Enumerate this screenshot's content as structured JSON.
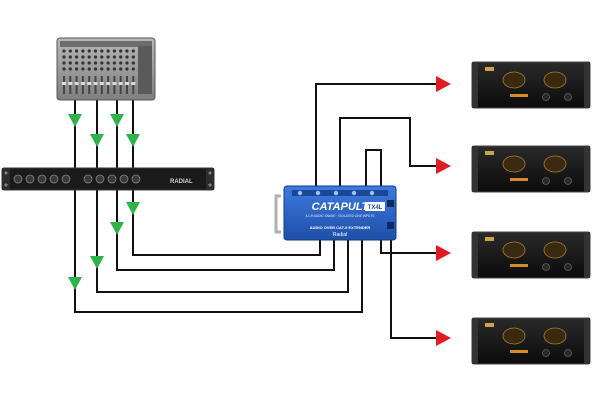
{
  "devices": {
    "catapult": {
      "brand_text": "CATAPULT",
      "model_badge": "TX4L",
      "subtitle": "4-CH AUDIO SNAKE · ISOLATED LINE INPUTS",
      "footer": "AUDIO OVER CAT-5 EXTENDER",
      "maker": "Radial",
      "color": "#2a63c9"
    },
    "rack_unit": {
      "badge": "RADIAL"
    },
    "amplifiers": {
      "count": 4
    },
    "mixer": {
      "color": "#9a9a9a"
    }
  },
  "signal": {
    "input_arrow_color": "#2db34a",
    "output_arrow_color": "#e01b22"
  }
}
